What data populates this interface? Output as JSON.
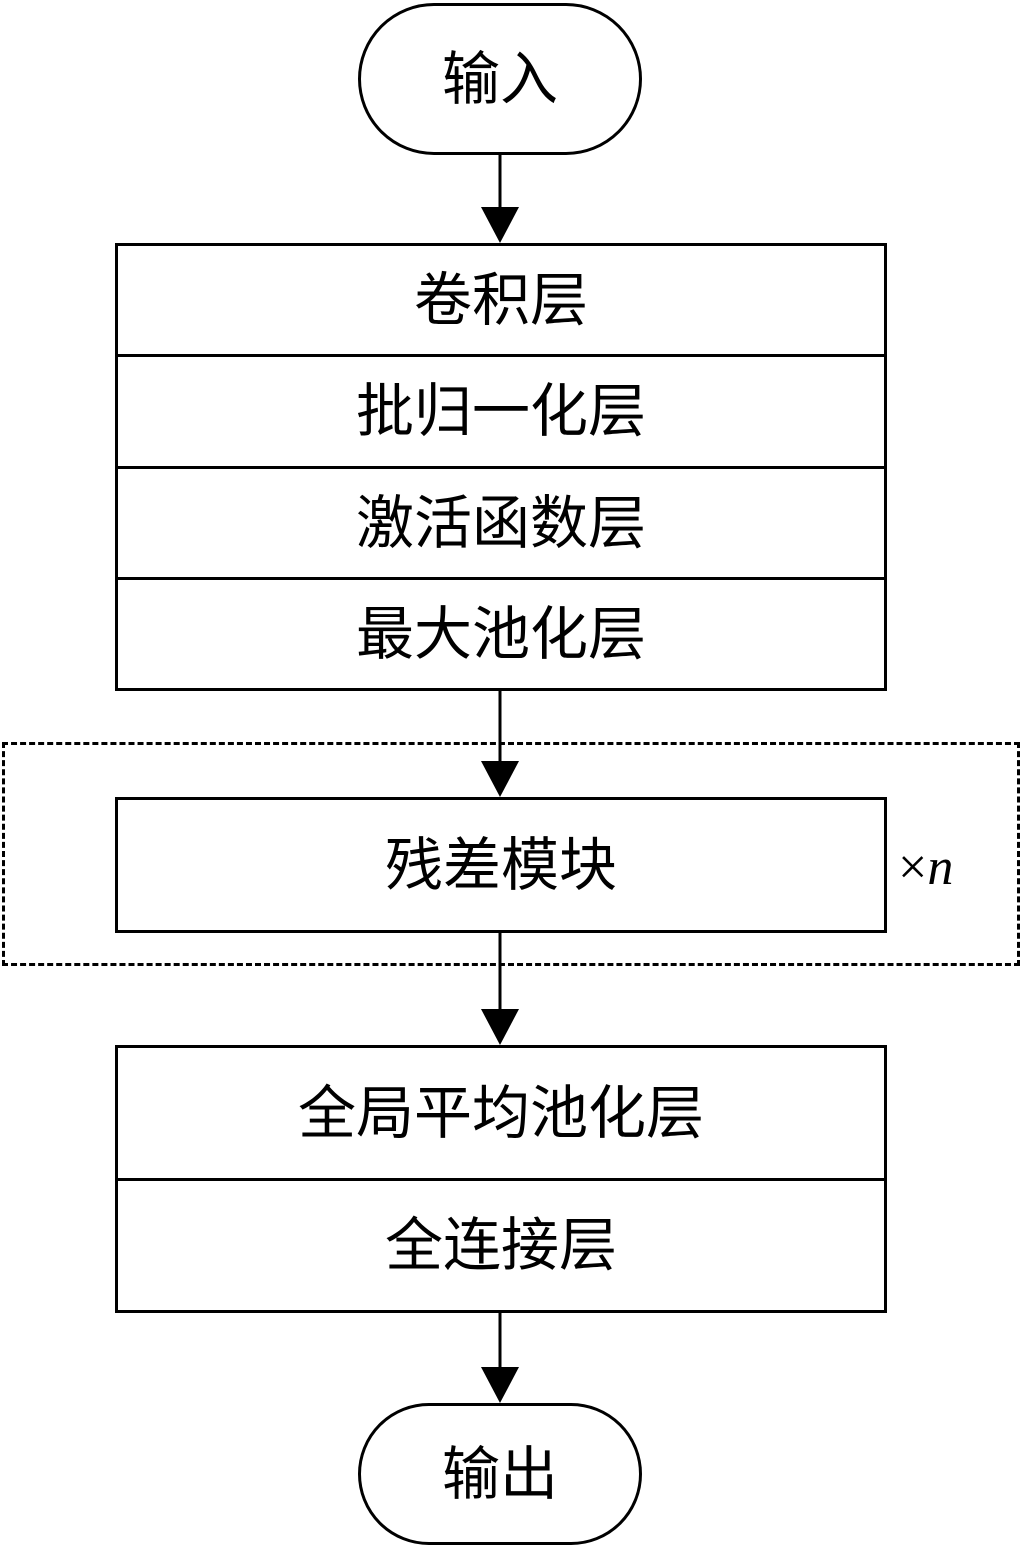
{
  "nodes": {
    "input": "输入",
    "output": "输出"
  },
  "block1": [
    "卷积层",
    "批归一化层",
    "激活函数层",
    "最大池化层"
  ],
  "repeat": {
    "module": "残差模块",
    "times_symbol": "×",
    "times_var": "n"
  },
  "block2": [
    "全局平均池化层",
    "全连接层"
  ]
}
